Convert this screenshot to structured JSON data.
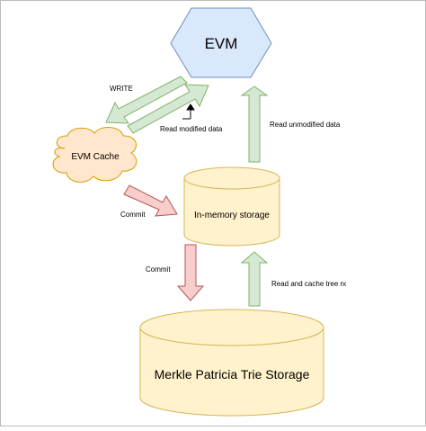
{
  "nodes": {
    "evm": {
      "label": "EVM",
      "fill": "#dae8fc",
      "stroke": "#6c8ebf"
    },
    "evm_cache": {
      "label": "EVM Cache",
      "fill": "#ffe6cc",
      "stroke": "#d79b00"
    },
    "in_memory_storage": {
      "label": "In-memory storage",
      "fill": "#fff2cc",
      "stroke": "#d6b656"
    },
    "mpt_storage": {
      "label": "Merkle Patricia Trie Storage",
      "fill": "#fff2cc",
      "stroke": "#d6b656"
    }
  },
  "edges": {
    "write": {
      "label": "WRITE",
      "fill": "#d5e8d4",
      "stroke": "#82b366"
    },
    "read_modified": {
      "label": "Read modified data",
      "fill": "#d5e8d4",
      "stroke": "#82b366"
    },
    "read_unmodified": {
      "label": "Read unmodified data",
      "fill": "#d5e8d4",
      "stroke": "#82b366"
    },
    "commit_cache": {
      "label": "Commit",
      "fill": "#f8cecc",
      "stroke": "#b85450"
    },
    "commit_memory": {
      "label": "Commit",
      "fill": "#f8cecc",
      "stroke": "#b85450"
    },
    "read_cache_tree": {
      "label": "Read and cache tree nodes",
      "fill": "#d5e8d4",
      "stroke": "#82b366"
    }
  }
}
